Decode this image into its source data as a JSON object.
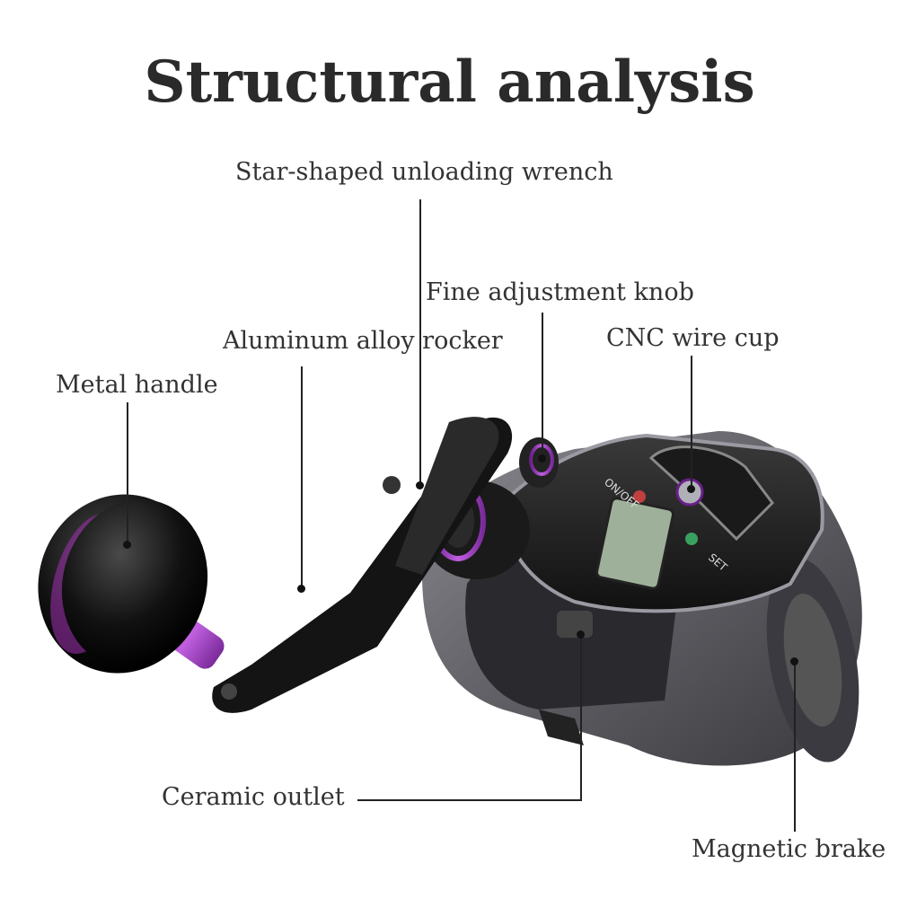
{
  "title": "Structural analysis",
  "labels": {
    "star_wrench": "Star-shaped unloading wrench",
    "fine_knob": "Fine adjustment knob",
    "rocker": "Aluminum alloy rocker",
    "cnc_cup": "CNC wire cup",
    "metal_handle": "Metal handle",
    "ceramic_outlet": "Ceramic outlet",
    "magnetic_brake": "Magnetic brake"
  },
  "reel_markings": {
    "on_off": "ON/OFF",
    "set": "SET"
  },
  "colors": {
    "accent": "#a040c0",
    "body_grey": "#6b6b70",
    "body_dark": "#1c1c1e",
    "text": "#333333"
  }
}
